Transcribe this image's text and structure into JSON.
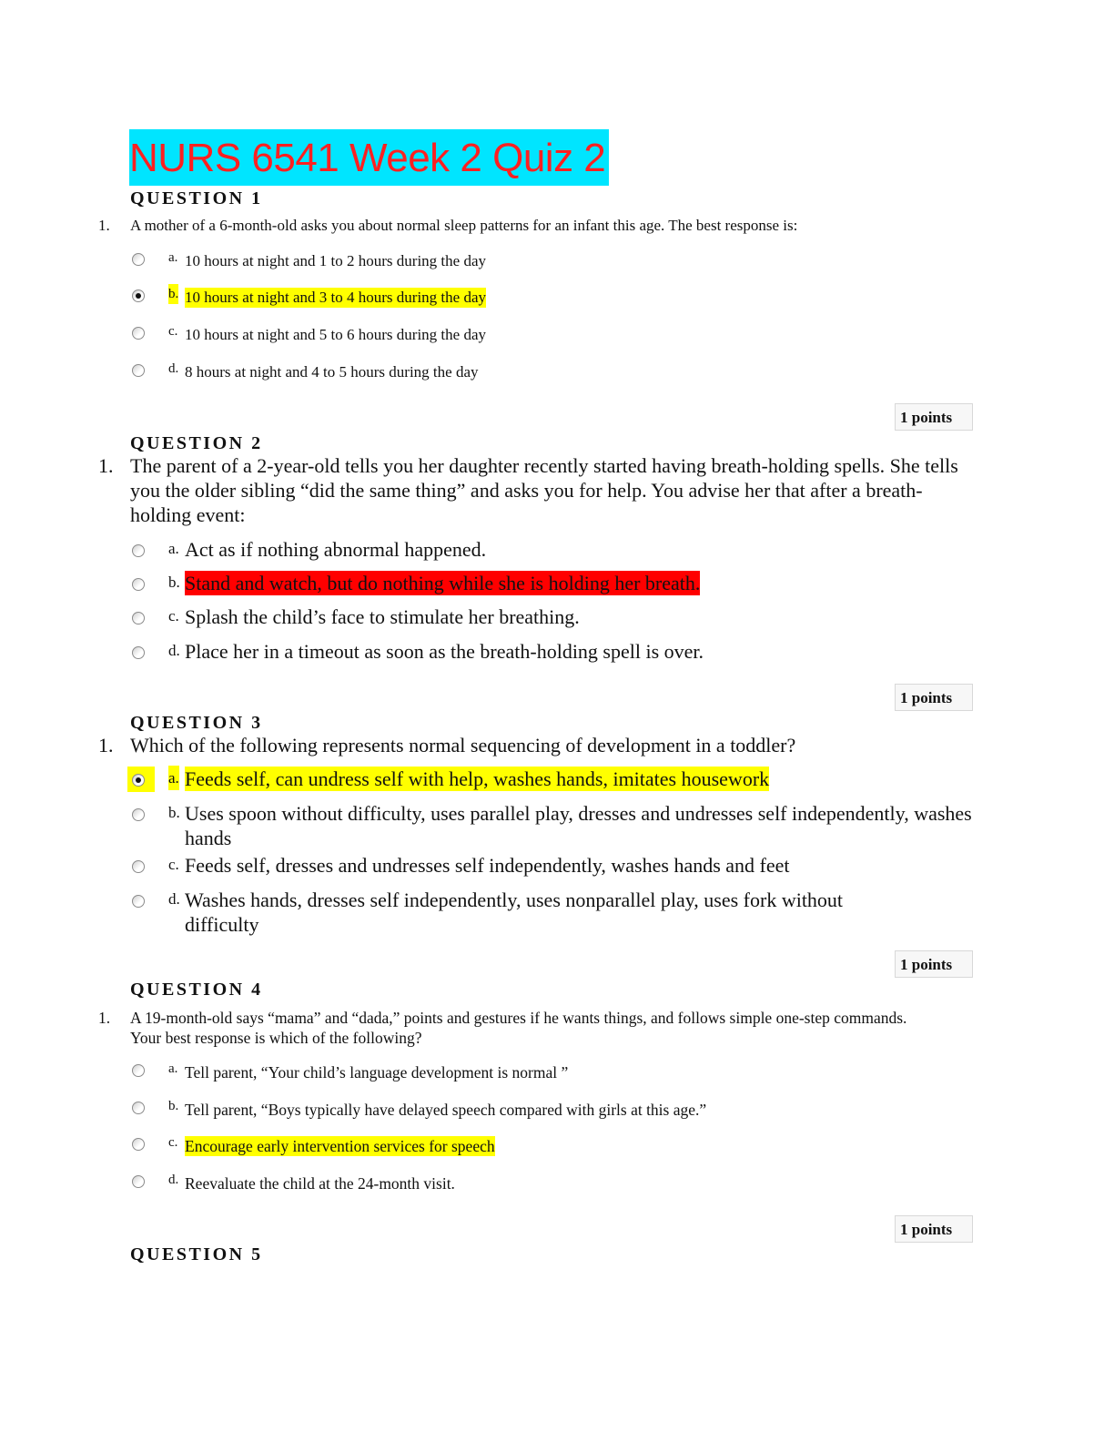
{
  "title": "NURS 6541 Week 2 Quiz 2",
  "questions": [
    {
      "header": "QUESTION 1",
      "number": "1.",
      "text": "A mother of a 6-month-old asks you about normal sleep patterns for an infant this age. The best response is:",
      "options": [
        {
          "letter": "a.",
          "text": "10 hours at night and 1 to 2 hours during the day"
        },
        {
          "letter": "b.",
          "text": "10 hours at night and 3 to 4 hours during the day"
        },
        {
          "letter": "c.",
          "text": "10 hours at night and 5 to 6 hours during the day"
        },
        {
          "letter": "d.",
          "text": "8 hours at night and 4 to 5 hours during the day"
        }
      ],
      "selected": "b.",
      "points": "1 points"
    },
    {
      "header": "QUESTION 2",
      "number": "1.",
      "text": "The parent of a 2-year-old tells you her daughter recently started having breath-holding spells. She tells you the older sibling “did the same thing” and asks you for help. You advise her that after a breath-holding event:",
      "options": [
        {
          "letter": "a.",
          "text": "Act as if nothing abnormal happened."
        },
        {
          "letter": "b.",
          "text": "Stand and watch, but do nothing while she is holding her breath."
        },
        {
          "letter": "c.",
          "text": "Splash the child’s face to stimulate her breathing."
        },
        {
          "letter": "d.",
          "text": "Place her in a timeout as soon as the breath-holding spell is over."
        }
      ],
      "points": "1 points"
    },
    {
      "header": "QUESTION 3",
      "number": "1.",
      "text": "Which of the following represents normal sequencing of development in a toddler?",
      "options": [
        {
          "letter": "a.",
          "text": "Feeds self, can undress self with help, washes hands, imitates housework"
        },
        {
          "letter": "b.",
          "text": "Uses spoon without difficulty, uses parallel play, dresses and undresses self independently, washes hands"
        },
        {
          "letter": "c.",
          "text": "Feeds self, dresses and undresses self independently, washes hands and feet"
        },
        {
          "letter": "d.",
          "text": "Washes hands, dresses self independently, uses nonparallel play, uses fork without difficulty"
        }
      ],
      "selected": "a.",
      "points": "1 points"
    },
    {
      "header": "QUESTION 4",
      "number": "1.",
      "text": "A 19-month-old says “mama” and “dada,” points and gestures if he wants things, and follows simple one-step commands. Your best response is which of the following?",
      "options": [
        {
          "letter": "a.",
          "text": "Tell parent, “Your child’s language development is normal ”"
        },
        {
          "letter": "b.",
          "text": "Tell parent, “Boys typically have delayed speech compared with girls at this age.”"
        },
        {
          "letter": "c.",
          "text": "Encourage early intervention services for speech"
        },
        {
          "letter": "d.",
          "text": "Reevaluate the child at the 24-month visit."
        }
      ],
      "points": "1 points"
    },
    {
      "header": "QUESTION 5"
    }
  ],
  "colors": {
    "title_bg": "#00e5ff",
    "title_text": "#ff2020",
    "highlight_yellow": "#ffff00",
    "highlight_red": "#ff0000"
  }
}
